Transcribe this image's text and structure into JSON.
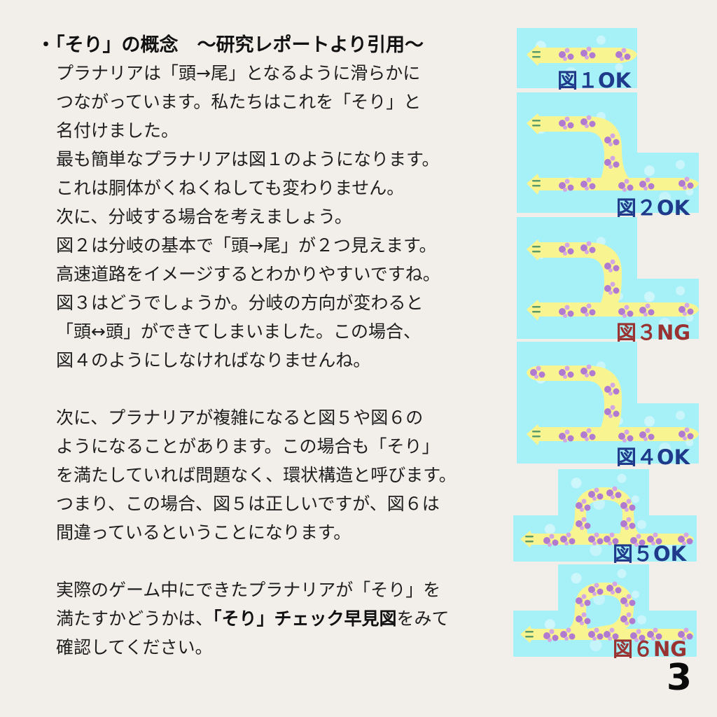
{
  "title": "・「そり」の概念　～研究レポートより引用～",
  "paragraphs": {
    "p1": [
      "プラナリアは「頭→尾」となるように滑らかに",
      "つながっています。私たちはこれを「そり」と",
      "名付けました。",
      "最も簡単なプラナリアは図１のようになります。",
      "これは胴体がくねくねしても変わりません。",
      "次に、分岐する場合を考えましょう。",
      "図２は分岐の基本で「頭→尾」が２つ見えます。",
      "高速道路をイメージするとわかりやすいですね。",
      "図３はどうでしょうか。分岐の方向が変わると",
      "「頭↔頭」ができてしまいました。この場合、",
      "図４のようにしなければなりませんね。"
    ],
    "p2": [
      "次に、プラナリアが複雑になると図５や図６の",
      "ようになることがあります。この場合も「そり」",
      "を満たしていれば問題なく、環状構造と呼びます。",
      "つまり、この場合、図５は正しいですが、図６は",
      "間違っているということになります。"
    ],
    "p3": {
      "line1": "実際のゲーム中にできたプラナリアが「そり」を",
      "line2_pre": "満たすかどうかは、",
      "line2_bold": "「そり」チェック早見図",
      "line2_post": "をみて",
      "line3": "確認してください。"
    }
  },
  "figures": [
    {
      "id": "fig1",
      "label": "図１OK",
      "status": "OK"
    },
    {
      "id": "fig2",
      "label": "図２OK",
      "status": "OK"
    },
    {
      "id": "fig3",
      "label": "図３NG",
      "status": "NG"
    },
    {
      "id": "fig4",
      "label": "図４OK",
      "status": "OK"
    },
    {
      "id": "fig5",
      "label": "図５OK",
      "status": "OK"
    },
    {
      "id": "fig6",
      "label": "図６NG",
      "status": "NG"
    }
  ],
  "colors": {
    "background": "#f2efeb",
    "tile": "#a6f0f8",
    "body": "#f8f590",
    "spots": "#b07ad0",
    "eyes": "#5b9a6a",
    "ok_label": "#1f3a8a",
    "ng_label": "#9a3232"
  },
  "page_number": "3"
}
